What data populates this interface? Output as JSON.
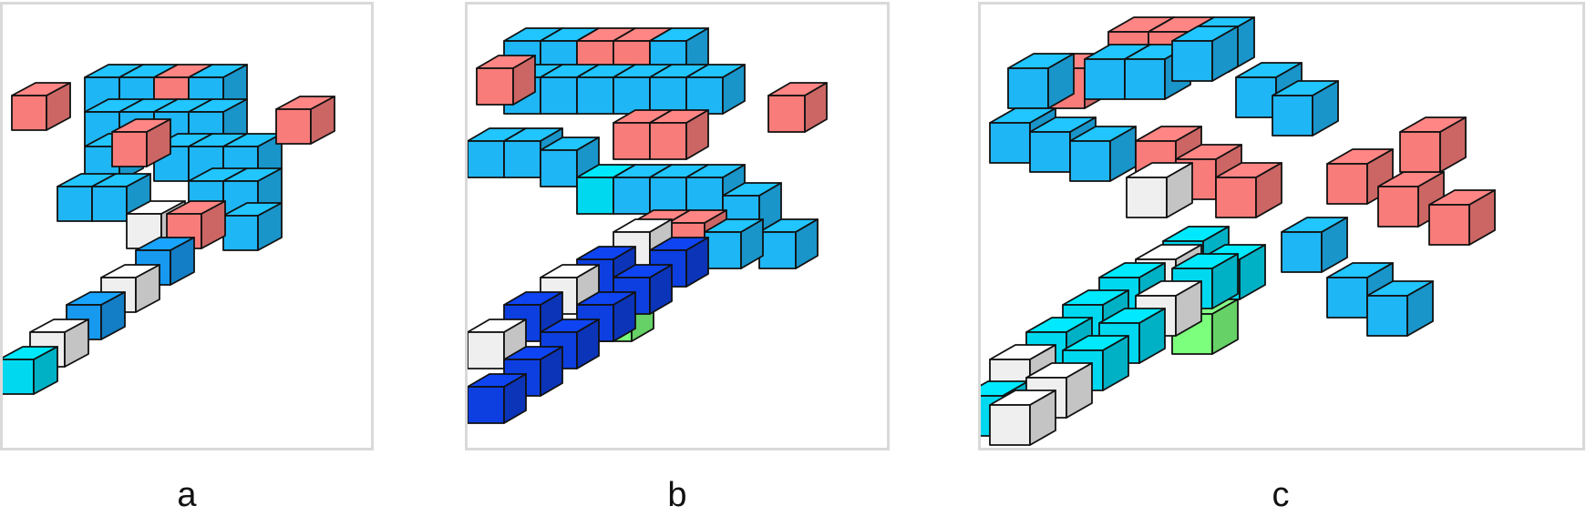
{
  "colors": {
    "light_blue": "#1fb6f5",
    "salmon": "#f87c7a",
    "white_cube": "#efefef",
    "cyan": "#00d8f0",
    "mid_blue": "#1799f0",
    "dark_blue": "#0d3fe0",
    "green": "#7cff7c",
    "edge": "#111111"
  },
  "panels": [
    {
      "id": "a",
      "caption": "a"
    },
    {
      "id": "b",
      "caption": "b"
    },
    {
      "id": "c",
      "caption": "c"
    }
  ]
}
